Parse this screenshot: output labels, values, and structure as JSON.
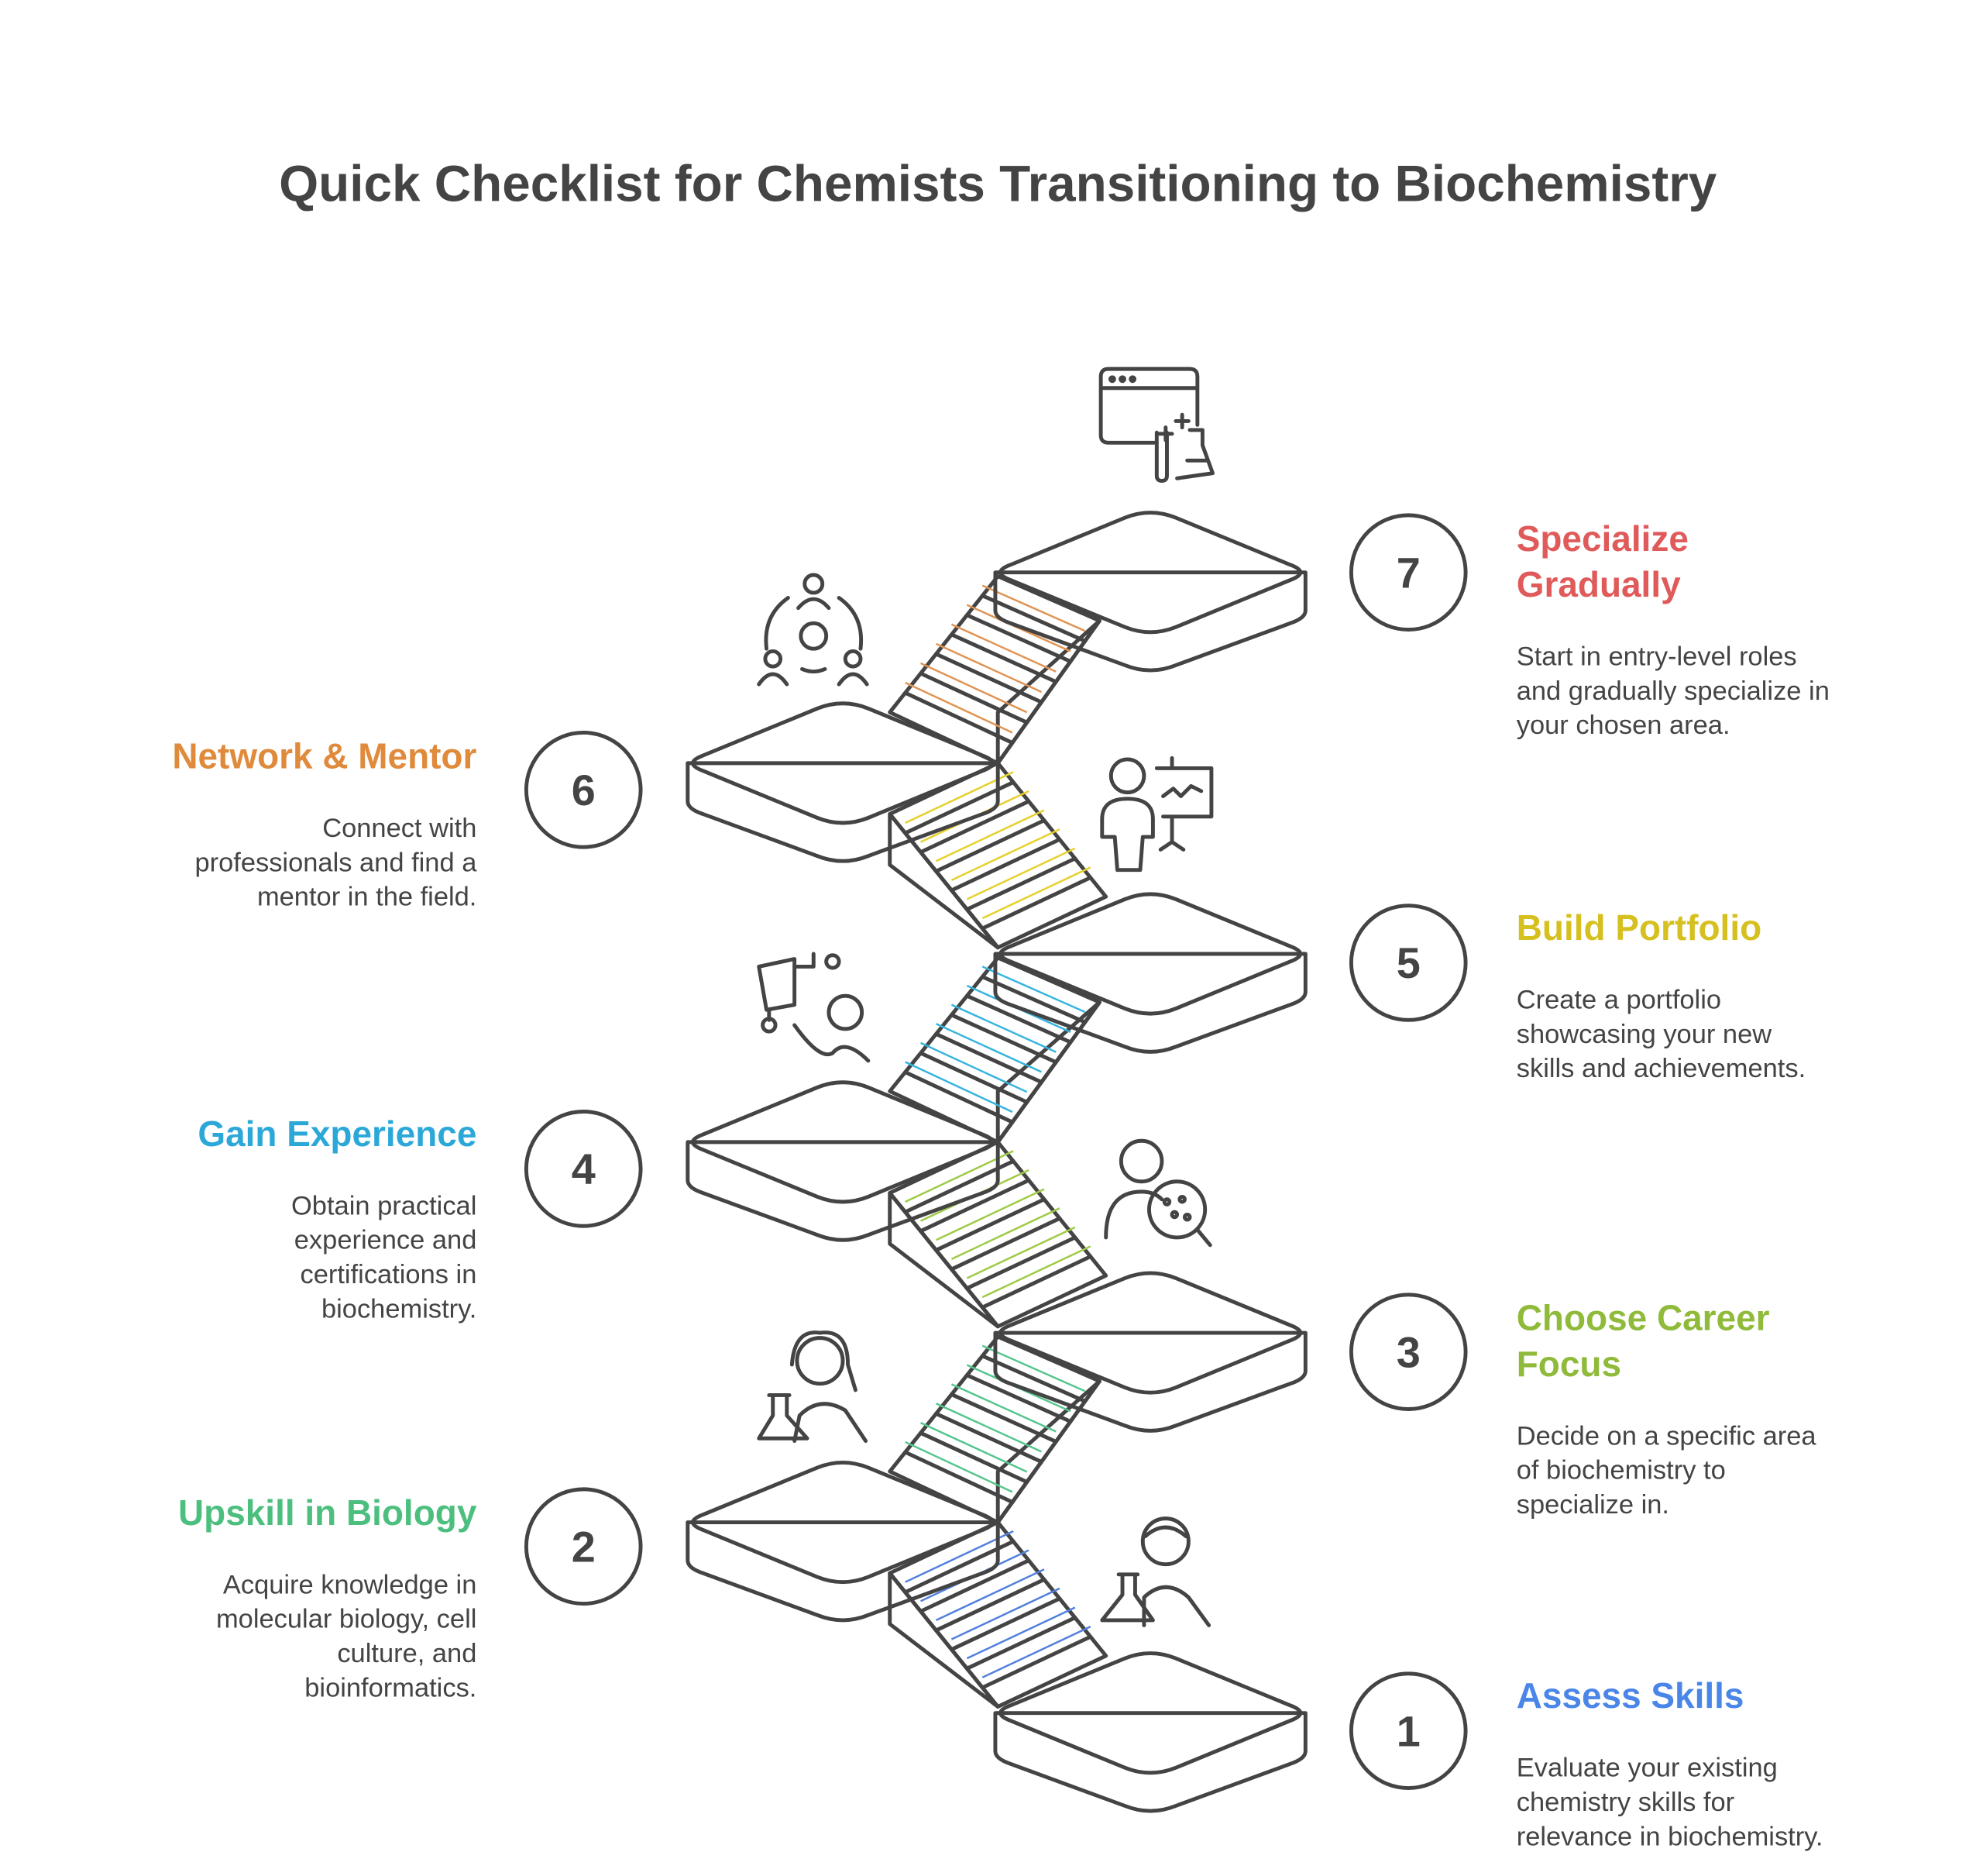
{
  "title": "Quick Checklist for Chemists Transitioning to Biochemistry",
  "steps": [
    {
      "number": "1",
      "title": [
        "Assess Skills"
      ],
      "description": [
        "Evaluate your existing",
        "chemistry skills for",
        "relevance in biochemistry."
      ],
      "color": "#5b8ef5",
      "title_color": "#4a86e8",
      "icon": "scientist-male-flask-icon"
    },
    {
      "number": "2",
      "title": [
        "Upskill in Biology"
      ],
      "description": [
        "Acquire knowledge in",
        "molecular biology, cell",
        "culture, and",
        "bioinformatics."
      ],
      "color": "#5edb9e",
      "title_color": "#4cbf7f",
      "icon": "scientist-female-flask-icon"
    },
    {
      "number": "3",
      "title": [
        "Choose Career",
        "Focus"
      ],
      "description": [
        "Decide on a specific area",
        "of biochemistry to",
        "specialize in."
      ],
      "color": "#b0e04e",
      "title_color": "#8fba3a",
      "icon": "person-microscope-search-icon"
    },
    {
      "number": "4",
      "title": [
        "Gain Experience"
      ],
      "description": [
        "Obtain practical",
        "experience and",
        "certifications in",
        "biochemistry."
      ],
      "color": "#3cc8f8",
      "title_color": "#2ba8d8",
      "icon": "person-lab-equipment-icon"
    },
    {
      "number": "5",
      "title": [
        "Build Portfolio"
      ],
      "description": [
        "Create a portfolio",
        "showcasing your new",
        "skills and achievements."
      ],
      "color": "#ffe730",
      "title_color": "#d6c020",
      "icon": "presenter-chart-icon"
    },
    {
      "number": "6",
      "title": [
        "Network & Mentor"
      ],
      "description": [
        "Connect with",
        "professionals and find a",
        "mentor in the field."
      ],
      "color": "#f9a45c",
      "title_color": "#e08a3c",
      "icon": "network-people-gear-icon"
    },
    {
      "number": "7",
      "title": [
        "Specialize",
        "Gradually"
      ],
      "description": [
        "Start in entry-level roles",
        "and gradually specialize in",
        "your chosen area."
      ],
      "color": "#ff8080",
      "title_color": "#e05a5a",
      "icon": "browser-lab-flask-icon"
    }
  ]
}
